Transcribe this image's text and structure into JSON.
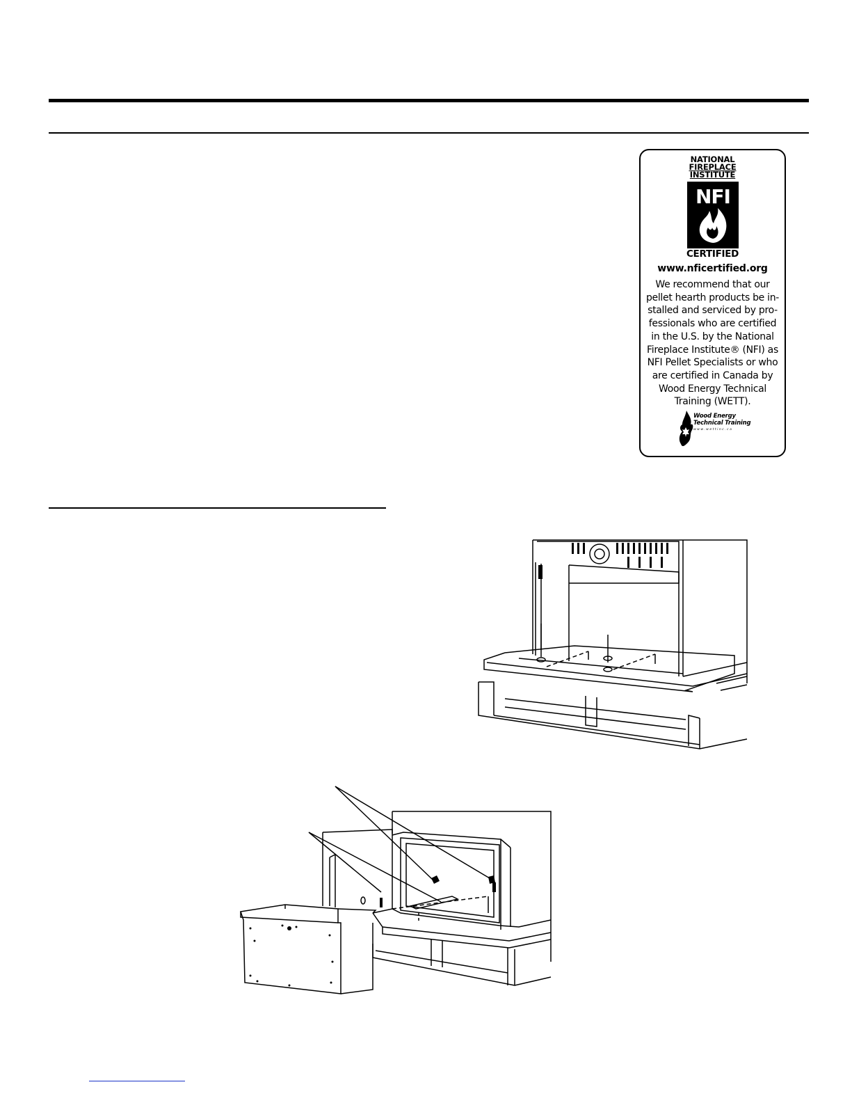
{
  "nfi_card": {
    "org_line1": "NATIONAL",
    "org_line2": "FIREPLACE",
    "org_line3": "INSTITUTE",
    "badge": "NFI",
    "certified": "CERTIFIED",
    "url": "www.nficertified.org",
    "body_lines": [
      "We recommend that our",
      "pellet hearth products be in-",
      "stalled and serviced by pro-",
      "fessionals who are certified",
      "in the U.S. by the National",
      "Fireplace  Institute® (NFI) as",
      "NFI Pellet Specialists or who",
      "are certified in Canada by",
      "Wood Energy Technical",
      "Training (WETT)."
    ],
    "wett_line1": "Wood Energy",
    "wett_line2": "Technical Training",
    "wett_url": "www.wettinc.ca"
  },
  "figures": {
    "figure1_icon": "stove-on-pallet-illustration",
    "figure2_icon": "stove-ash-pan-assembly-illustration"
  }
}
